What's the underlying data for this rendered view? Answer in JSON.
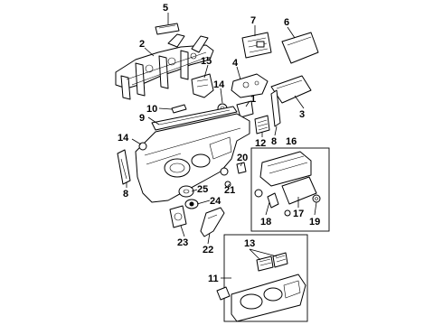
{
  "diagram": {
    "callouts": {
      "c1": "1",
      "c2": "2",
      "c3": "3",
      "c4": "4",
      "c5": "5",
      "c6": "6",
      "c7": "7",
      "c8": "8",
      "c9": "9",
      "c10": "10",
      "c11": "11",
      "c12": "12",
      "c13": "13",
      "c14a": "14",
      "c14b": "14",
      "c15": "15",
      "c16": "16",
      "c17": "17",
      "c18": "18",
      "c19": "19",
      "c20": "20",
      "c21": "21",
      "c22": "22",
      "c23": "23",
      "c24": "24",
      "c25": "25",
      "c8b": "8"
    }
  }
}
